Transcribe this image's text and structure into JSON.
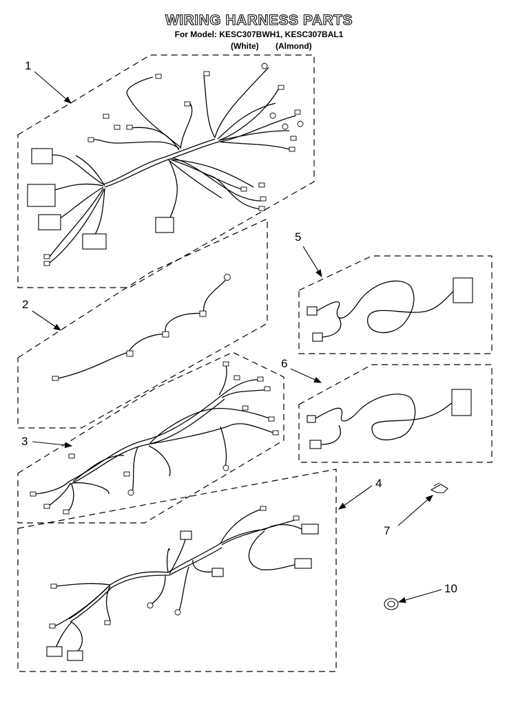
{
  "header": {
    "title": "WIRING HARNESS PARTS",
    "model_line": "For Model: KESC307BWH1, KESC307BAL1",
    "variant_white": "(White)",
    "variant_almond": "(Almond)"
  },
  "callouts": [
    "1",
    "2",
    "3",
    "4",
    "5",
    "6",
    "7",
    "10"
  ]
}
